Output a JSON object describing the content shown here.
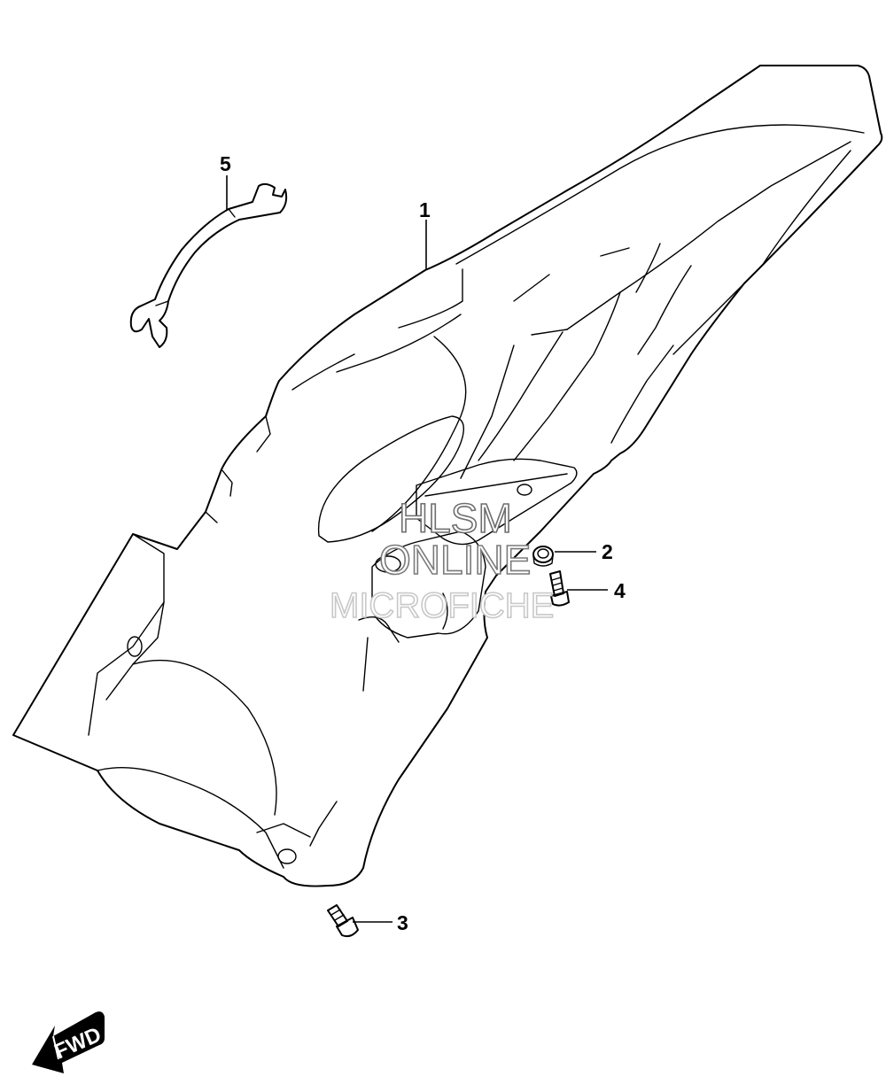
{
  "callouts": [
    {
      "id": "1",
      "label": "1"
    },
    {
      "id": "2",
      "label": "2"
    },
    {
      "id": "3",
      "label": "3"
    },
    {
      "id": "4",
      "label": "4"
    },
    {
      "id": "5",
      "label": "5"
    }
  ],
  "watermark": {
    "line1": "HLSM",
    "line2": "ONLINE",
    "line3": "MICROFICHE"
  },
  "direction_badge": {
    "label": "FWD"
  }
}
